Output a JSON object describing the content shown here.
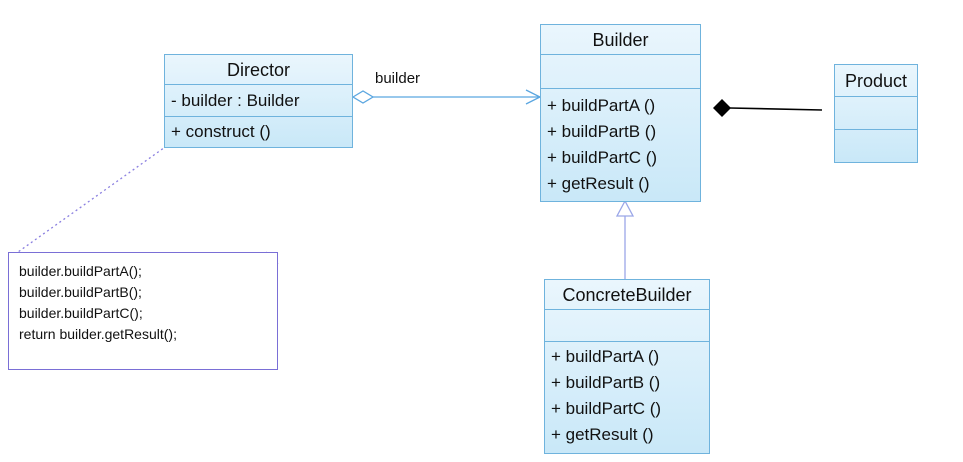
{
  "classes": {
    "director": {
      "name": "Director",
      "attributes": [
        "- builder : Builder"
      ],
      "operations": [
        "+ construct ()"
      ]
    },
    "builder": {
      "name": "Builder",
      "attributes": [],
      "operations": [
        "+ buildPartA ()",
        "+ buildPartB ()",
        "+ buildPartC ()",
        "+ getResult ()"
      ]
    },
    "concrete_builder": {
      "name": "ConcreteBuilder",
      "attributes": [],
      "operations": [
        "+ buildPartA ()",
        "+ buildPartB ()",
        "+ buildPartC ()",
        "+ getResult ()"
      ]
    },
    "product": {
      "name": "Product",
      "attributes": [],
      "operations": []
    }
  },
  "association": {
    "label": "builder"
  },
  "note": {
    "lines": [
      "builder.buildPartA();",
      "builder.buildPartB();",
      "builder.buildPartC();",
      "return builder.getResult();"
    ]
  },
  "colors": {
    "class_border": "#6fb3dd",
    "class_fill_top": "#eaf6fd",
    "class_fill_bottom": "#c9e8f8",
    "association_line": "#5aa6e0",
    "note_border": "#7a6fd6",
    "composition": "#000000"
  }
}
